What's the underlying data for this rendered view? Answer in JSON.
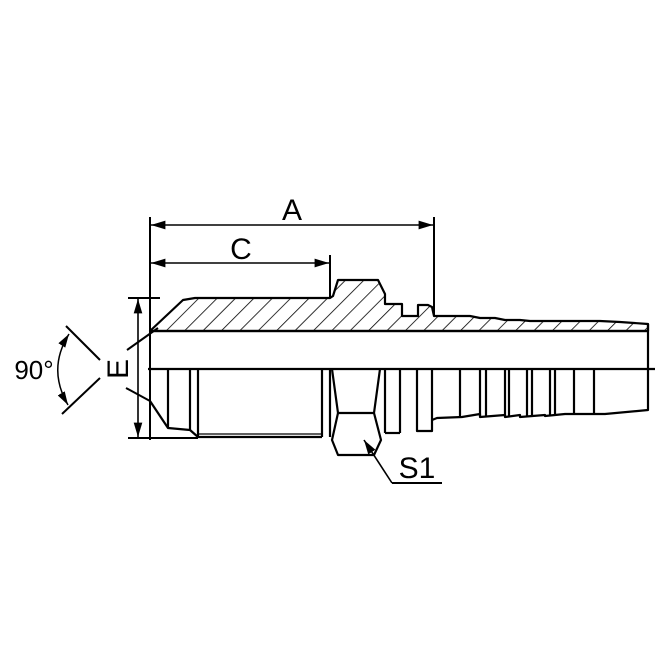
{
  "drawing": {
    "subject": "Hose fitting - male thread with hex and barbed hose tail",
    "stroke_color": "#000000",
    "background": "#ffffff"
  },
  "dimensions": {
    "A": "A",
    "C": "C",
    "E": "E",
    "S1": "S1",
    "angle": "90°"
  }
}
